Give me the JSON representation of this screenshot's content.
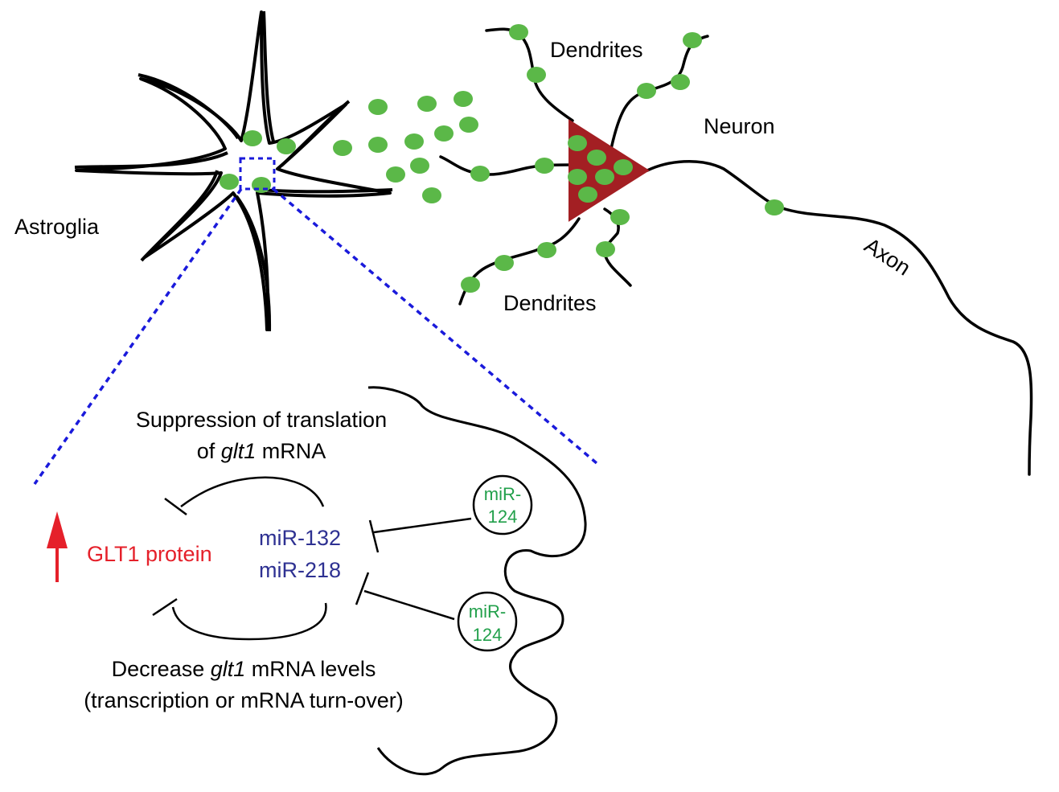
{
  "labels": {
    "astroglia": "Astroglia",
    "dendrites_top": "Dendrites",
    "dendrites_bottom": "Dendrites",
    "neuron": "Neuron",
    "axon": "Axon",
    "suppression_line1": "Suppression of translation",
    "suppression_line2_pre": "of ",
    "suppression_line2_gene": "glt1",
    "suppression_line2_post": " mRNA",
    "glt1_protein": "GLT1 protein",
    "mir132": "miR-132",
    "mir218": "miR-218",
    "mir124_a_line1": "miR-",
    "mir124_a_line2": "124",
    "mir124_b_line1": "miR-",
    "mir124_b_line2": "124",
    "decrease_line1_pre": "Decrease ",
    "decrease_line1_gene": "glt1",
    "decrease_line1_post": " mRNA levels",
    "decrease_line2": "(transcription or mRNA turn-over)"
  },
  "colors": {
    "exosome_green": "#5bb848",
    "neuron_body": "#a31f23",
    "zoom_lines": "#1a1adb",
    "glt1_red": "#e5202a",
    "mir_blue": "#2e3192",
    "mir124_green": "#22a04b"
  }
}
